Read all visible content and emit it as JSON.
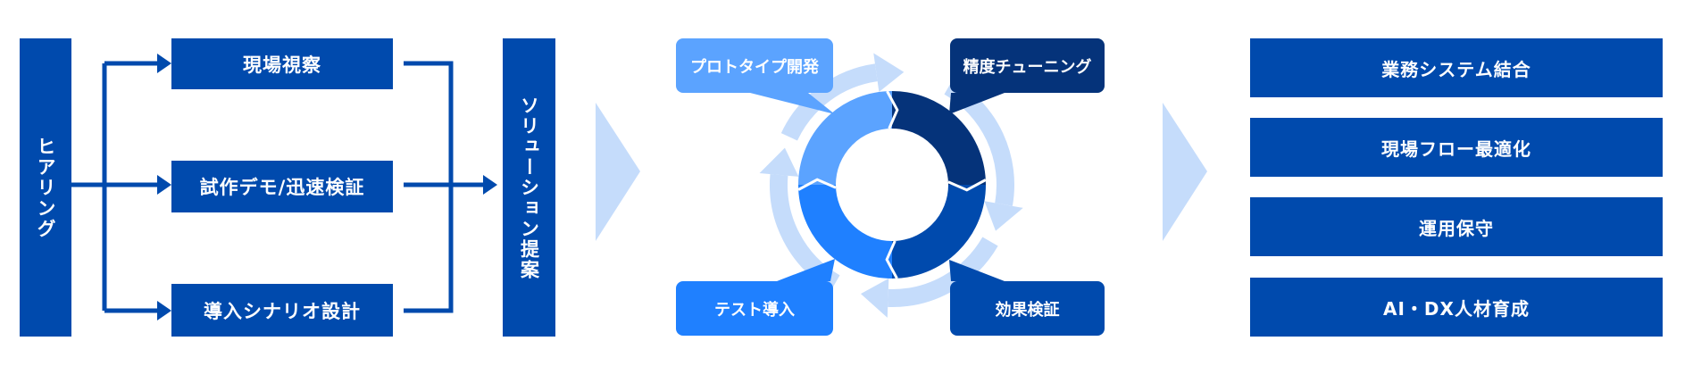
{
  "phase1": {
    "start": "ヒアリング",
    "branches": [
      "現場視察",
      "試作デモ/迅速検証",
      "導入シナリオ設計"
    ],
    "end": "ソリューション提案"
  },
  "phase2": {
    "steps": [
      {
        "label": "プロトタイプ開発",
        "color": "#5ba3ff"
      },
      {
        "label": "精度チューニング",
        "color": "#05337a"
      },
      {
        "label": "効果検証",
        "color": "#004aad"
      },
      {
        "label": "テスト導入",
        "color": "#1f80ff"
      }
    ]
  },
  "phase3": {
    "items": [
      "業務システム結合",
      "現場フロー最適化",
      "運用保守",
      "AI・DX人材育成"
    ]
  },
  "colors": {
    "primary": "#004aad",
    "light": "#c5dcfb"
  }
}
